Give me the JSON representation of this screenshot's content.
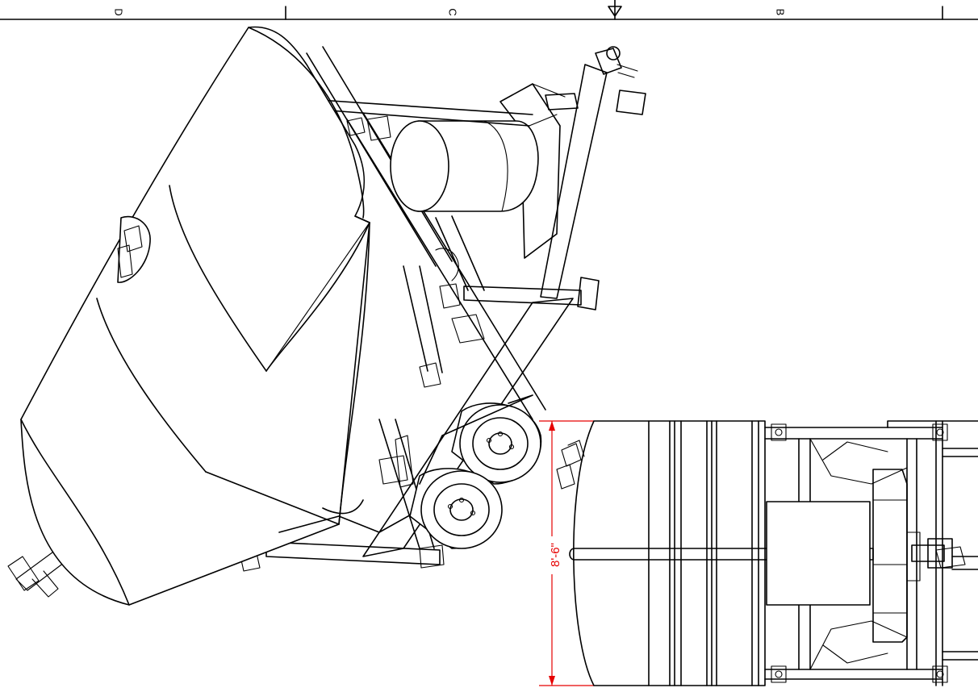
{
  "border": {
    "zones": [
      "D",
      "C",
      "B"
    ]
  },
  "views": {
    "iso": {
      "title": ""
    },
    "top": {
      "width_dimension": "8'-6\"",
      "dimension_color": "#e60000"
    }
  },
  "colors": {
    "line": "#000000",
    "background": "#ffffff"
  }
}
